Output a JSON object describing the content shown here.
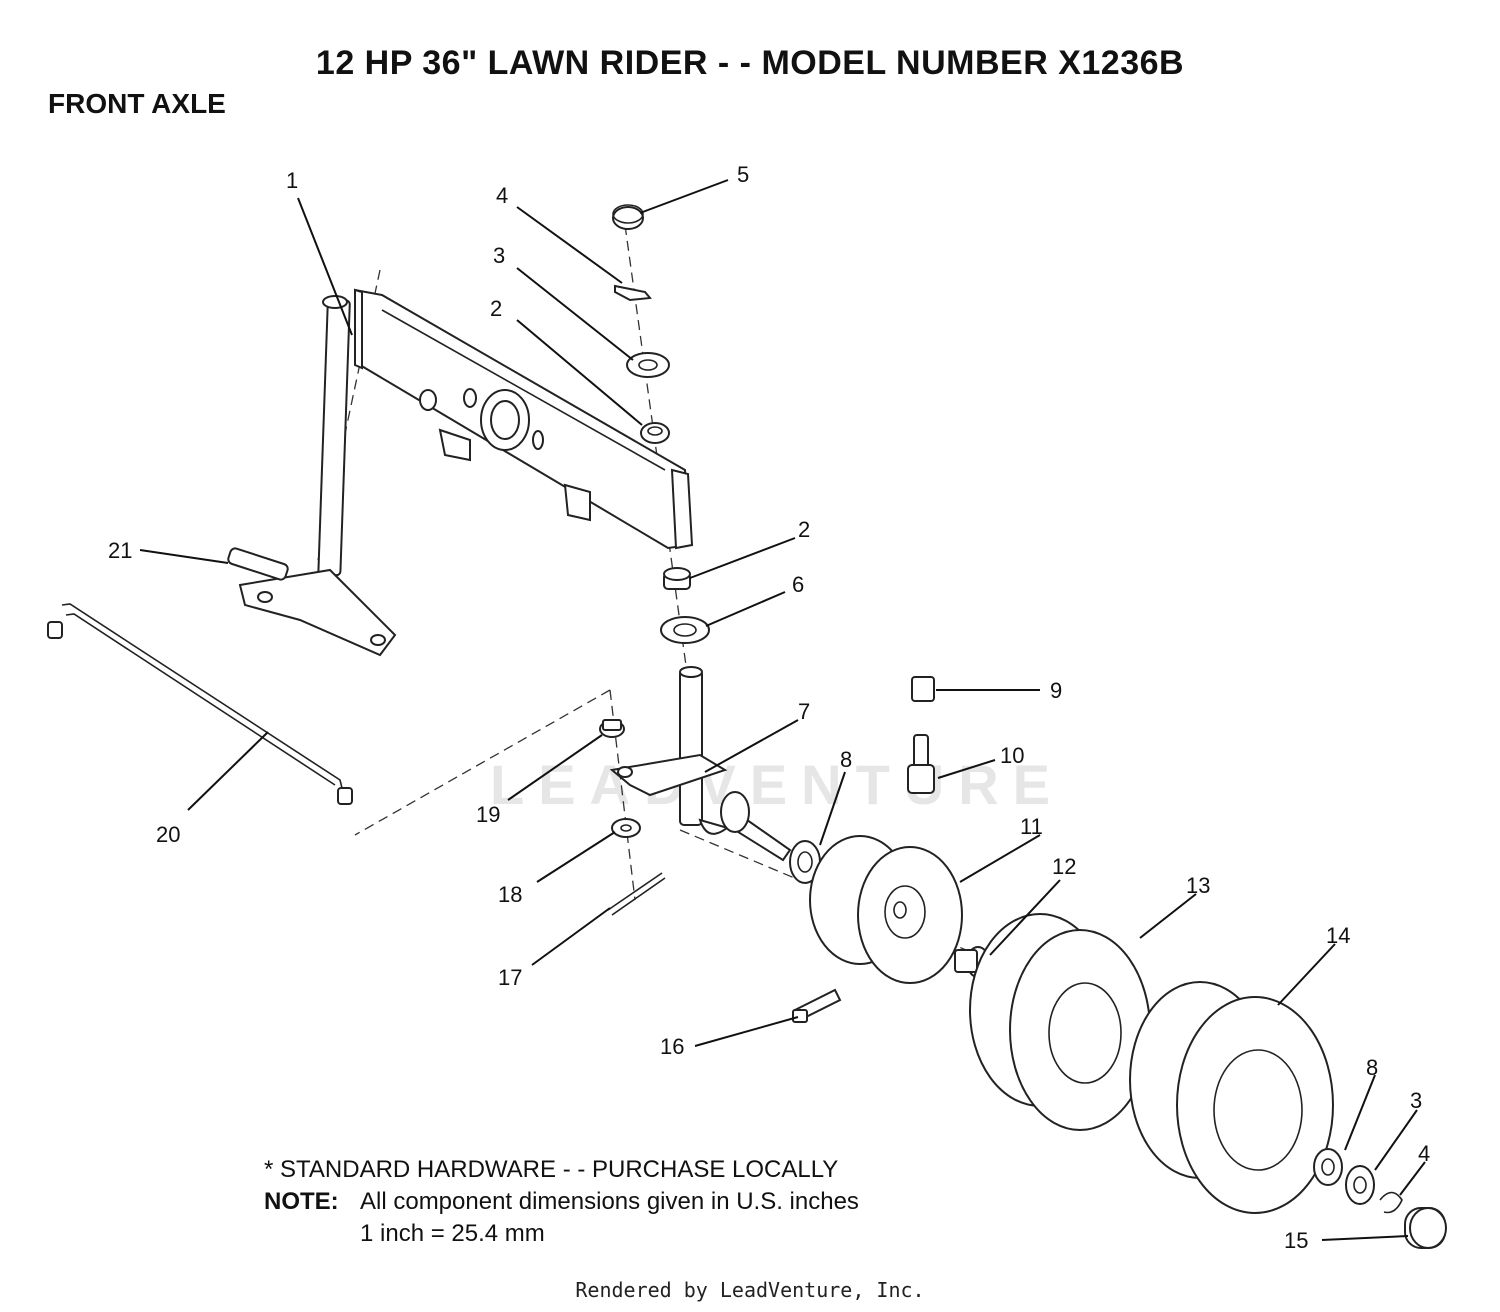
{
  "header": {
    "title": "12 HP 36\" LAWN RIDER - - MODEL NUMBER X1236B",
    "section": "FRONT AXLE"
  },
  "watermark": "LEADVENTURE",
  "callouts": [
    "1",
    "4",
    "5",
    "3",
    "2",
    "2",
    "6",
    "21",
    "20",
    "9",
    "7",
    "10",
    "8",
    "19",
    "11",
    "12",
    "13",
    "18",
    "17",
    "14",
    "16",
    "8",
    "3",
    "4",
    "15"
  ],
  "notes": {
    "standard": "* STANDARD HARDWARE - - PURCHASE LOCALLY",
    "note_label": "NOTE:",
    "note_text": "All component dimensions given in U.S. inches",
    "conversion": "1 inch = 25.4 mm"
  },
  "footer": "Rendered by LeadVenture, Inc."
}
